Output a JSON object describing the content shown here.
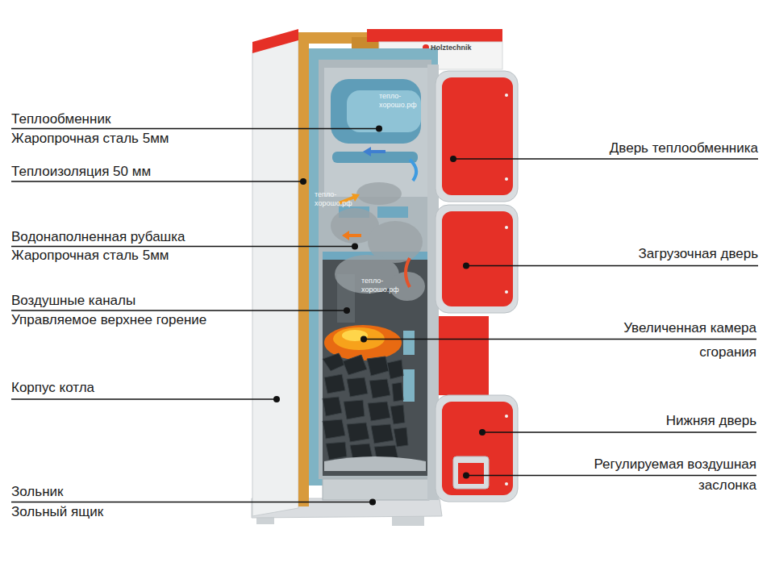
{
  "diagram": {
    "labels": [
      "Теплообменник",
      "Жаропрочная сталь 5мм",
      "Теплоизоляция 50 мм",
      "Водонаполненная рубашка",
      "Жаропрочная сталь 5мм",
      "Воздушные каналы",
      "Управляемое верхнее горение",
      "Корпус котла",
      "Зольник",
      "Зольный ящик",
      "Дверь теплообменника",
      "Загрузочная дверь",
      "Увеличенная камера сгорания",
      "Нижняя дверь",
      "Регулируемая воздушная заслонка",
      "тепло-хорошо.рф",
      "тепло-хорошо.рф",
      "тепло-хорошо.рф",
      "Holztechnik"
    ]
  }
}
